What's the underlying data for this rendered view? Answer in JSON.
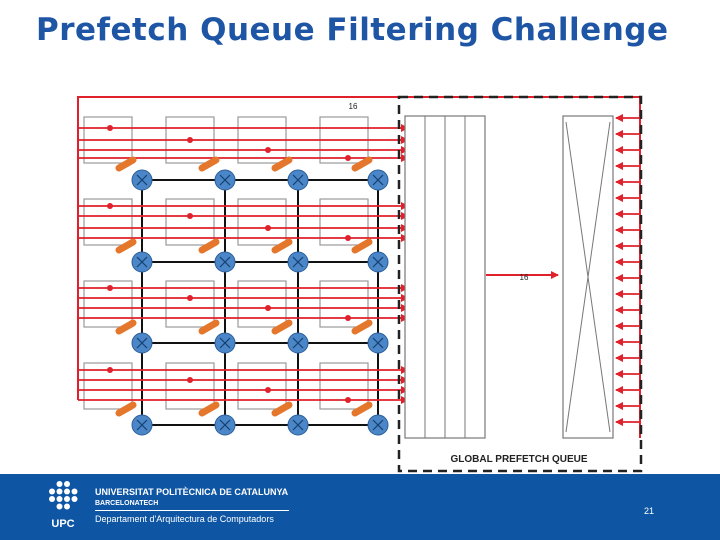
{
  "slide": {
    "title": "Prefetch Queue Filtering Challenge",
    "page_number": "21"
  },
  "diagram": {
    "top_bus_width_label": "16",
    "queue_bus_width_label": "16",
    "queue_label": "GLOBAL PREFETCH QUEUE",
    "colors": {
      "request_lines": "#e0202a",
      "mesh_links": "#111111",
      "routers": "#4a86c8",
      "links_orange": "#e4772b",
      "tiles": "#9a9a9a",
      "queue_border": "#222222"
    }
  },
  "footer": {
    "university": "UNIVERSITAT POLITÈCNICA DE CATALUNYA",
    "campus": "BARCELONATECH",
    "department": "Departament d'Arquitectura de Computadors",
    "logo_text": "UPC",
    "colors": {
      "background": "#0e56a4",
      "text": "#ffffff"
    }
  }
}
